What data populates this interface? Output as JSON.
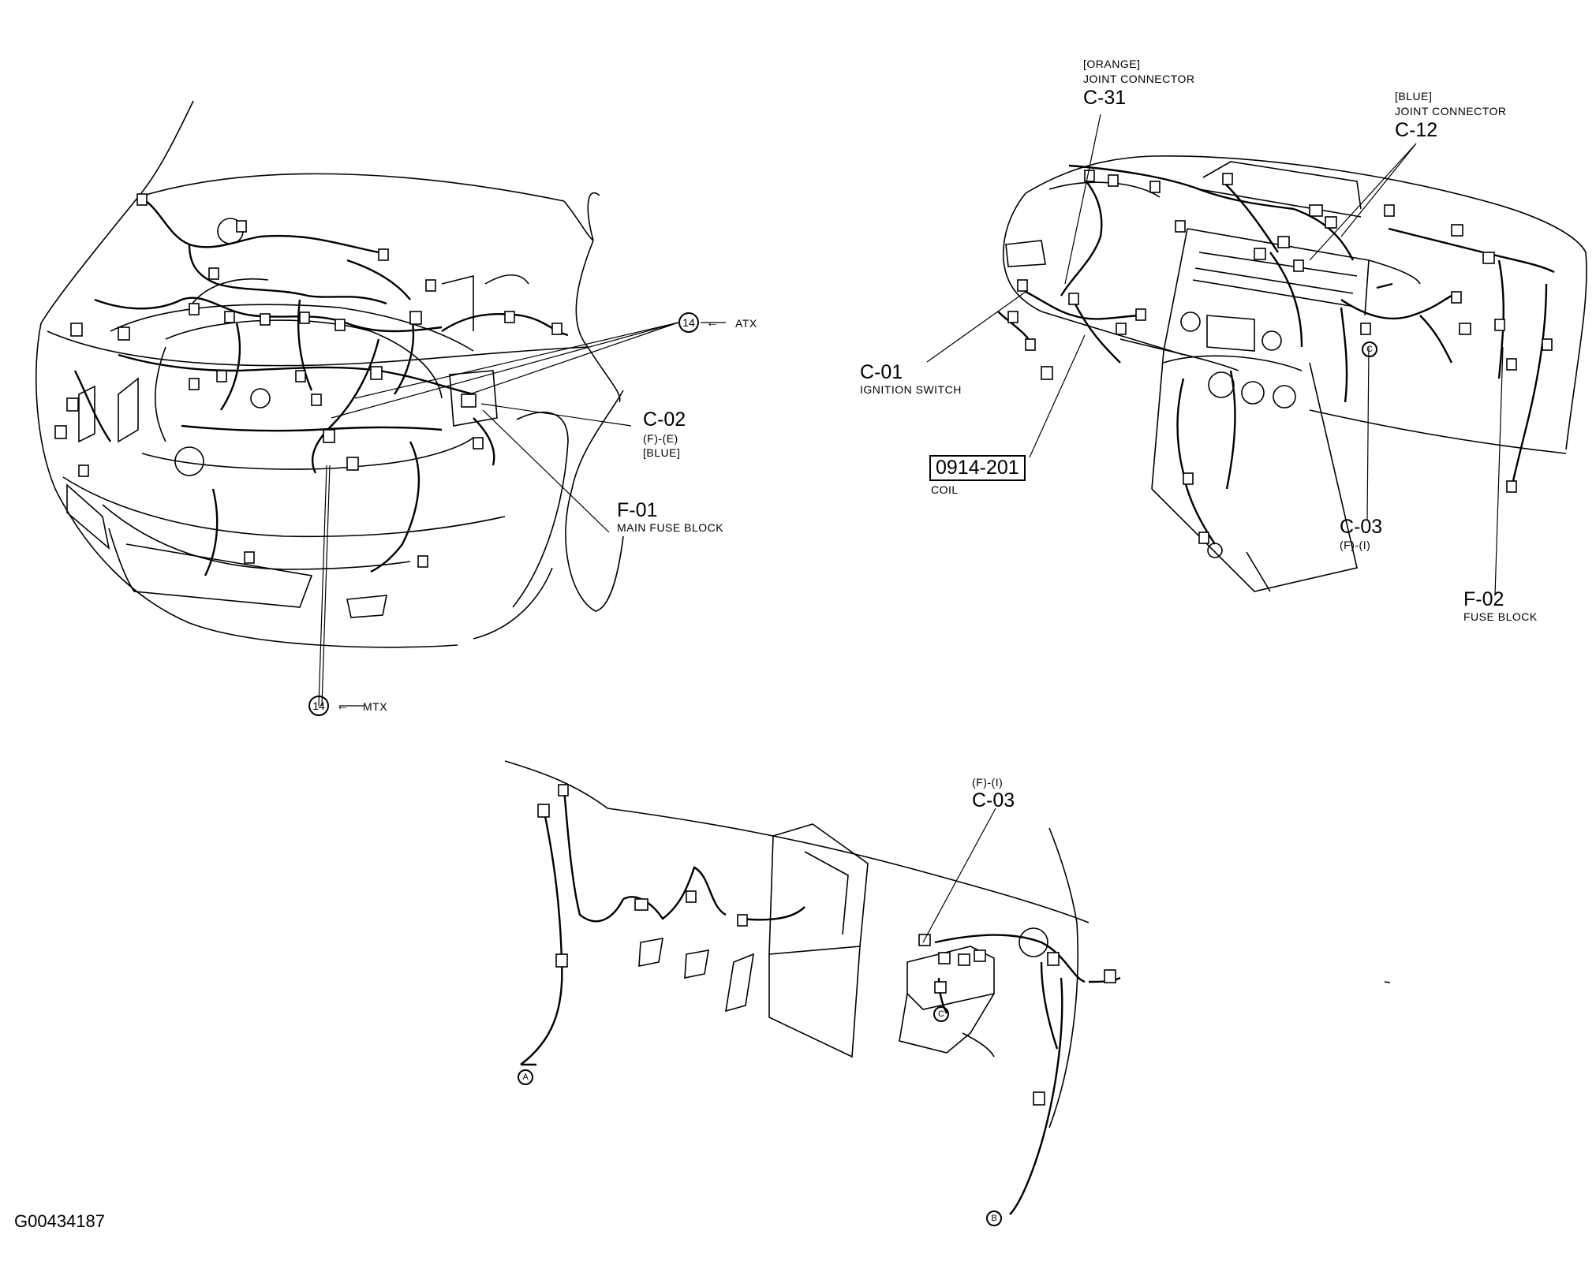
{
  "figure_id": "G00434187",
  "engine_bay": {
    "c02": {
      "id": "C-02",
      "line1": "(F)-(E)",
      "line2": "[BLUE]"
    },
    "f01": {
      "id": "F-01",
      "name": "MAIN FUSE BLOCK"
    },
    "ref_atx": {
      "number": "14",
      "arrow": "←",
      "label": "ATX"
    },
    "ref_mtx": {
      "number": "14",
      "arrow": "←",
      "label": "MTX"
    }
  },
  "dashboard": {
    "c31": {
      "color": "[ORANGE]",
      "type": "JOINT CONNECTOR",
      "id": "C-31"
    },
    "c12": {
      "color": "[BLUE]",
      "type": "JOINT CONNECTOR",
      "id": "C-12"
    },
    "c01": {
      "id": "C-01",
      "name": "IGNITION SWITCH"
    },
    "coil": {
      "code": "0914-201",
      "name": "COIL"
    },
    "c03": {
      "id": "C-03",
      "sub": "(F)-(I)"
    },
    "f02": {
      "id": "F-02",
      "name": "FUSE BLOCK"
    },
    "marker_c": "C"
  },
  "lower": {
    "c03": {
      "sub": "(F)-(I)",
      "id": "C-03"
    },
    "marker_a": "A",
    "marker_b": "B",
    "marker_c": "C"
  }
}
